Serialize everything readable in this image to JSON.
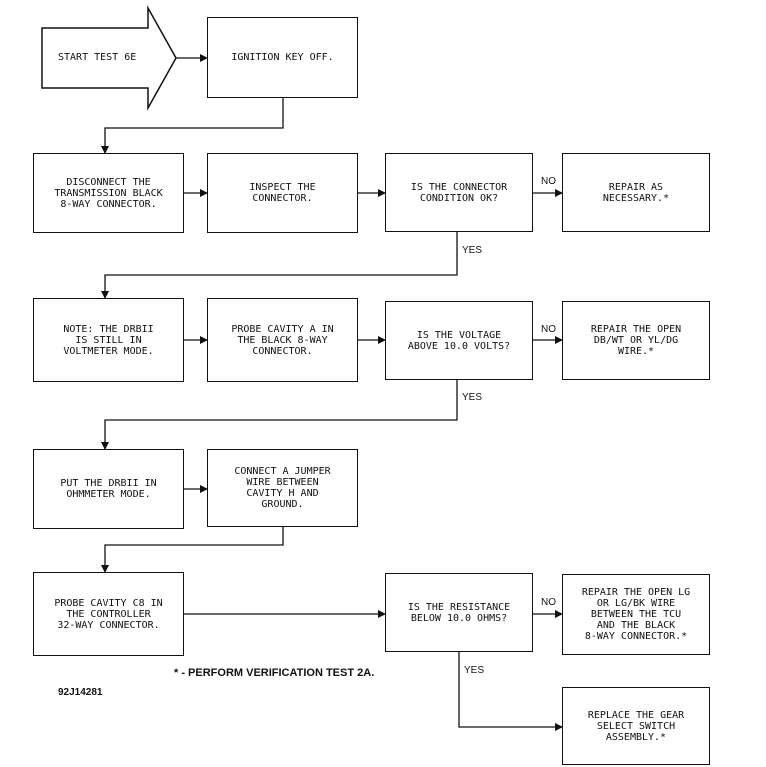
{
  "start": {
    "label": "START TEST 6E"
  },
  "boxes": {
    "ignition_off": "IGNITION KEY OFF.",
    "disconnect": "DISCONNECT THE\nTRANSMISSION BLACK\n8-WAY CONNECTOR.",
    "inspect": "INSPECT THE\nCONNECTOR.",
    "connector_ok_q": "IS THE CONNECTOR\nCONDITION OK?",
    "repair_as_necessary": "REPAIR AS\nNECESSARY.*",
    "note_drbii": "NOTE:  THE DRBII\nIS STILL IN\nVOLTMETER MODE.",
    "probe_cavity_a": "PROBE CAVITY A IN\nTHE BLACK 8-WAY\nCONNECTOR.",
    "voltage_q": "IS THE VOLTAGE\nABOVE 10.0 VOLTS?",
    "repair_open_db": "REPAIR THE OPEN\nDB/WT OR YL/DG\nWIRE.*",
    "put_ohmmeter": "PUT THE DRBII IN\nOHMMETER MODE.",
    "connect_jumper": "CONNECT A JUMPER\nWIRE BETWEEN\nCAVITY H AND\nGROUND.",
    "probe_cavity_c8": "PROBE CAVITY C8 IN\nTHE CONTROLLER\n32-WAY CONNECTOR.",
    "resistance_q": "IS THE RESISTANCE\nBELOW 10.0 OHMS?",
    "repair_open_lg": "REPAIR THE OPEN LG\nOR LG/BK WIRE\nBETWEEN THE TCU\nAND THE BLACK\n8-WAY CONNECTOR.*",
    "replace_switch": "REPLACE THE GEAR\nSELECT SWITCH\nASSEMBLY.*"
  },
  "labels": {
    "no1": "NO",
    "yes1": "YES",
    "no2": "NO",
    "yes2": "YES",
    "no3": "NO",
    "yes3": "YES"
  },
  "footnote": "* - PERFORM VERIFICATION TEST 2A.",
  "figure_id": "92J14281"
}
